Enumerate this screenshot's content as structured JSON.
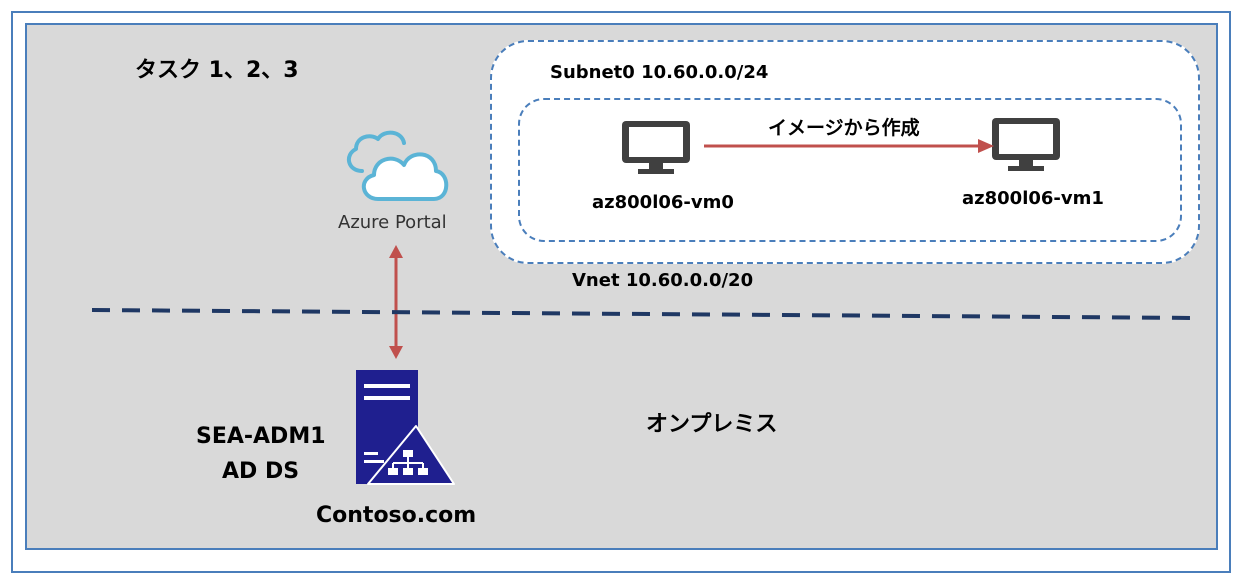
{
  "task_label": "タスク 1、2、3",
  "azure": {
    "portal_label": "Azure Portal",
    "subnet_label": "Subnet0 10.60.0.0/24",
    "vnet_label": "Vnet 10.60.0.0/20",
    "vm0_label": "az800l06-vm0",
    "vm1_label": "az800l06-vm1",
    "arrow_label": "イメージから作成"
  },
  "onprem": {
    "label": "オンプレミス",
    "server_name": "SEA-ADM1",
    "server_role": "AD DS",
    "domain": "Contoso.com"
  },
  "colors": {
    "frame": "#4a7ebb",
    "background": "#d9d9d9",
    "arrow": "#c0504d",
    "divider": "#1f3864",
    "cloud": "#5bb4d6",
    "monitor": "#404040",
    "server": "#1f1f8f"
  },
  "icons": [
    "cloud-icon",
    "monitor-icon",
    "server-icon",
    "network-icon"
  ]
}
